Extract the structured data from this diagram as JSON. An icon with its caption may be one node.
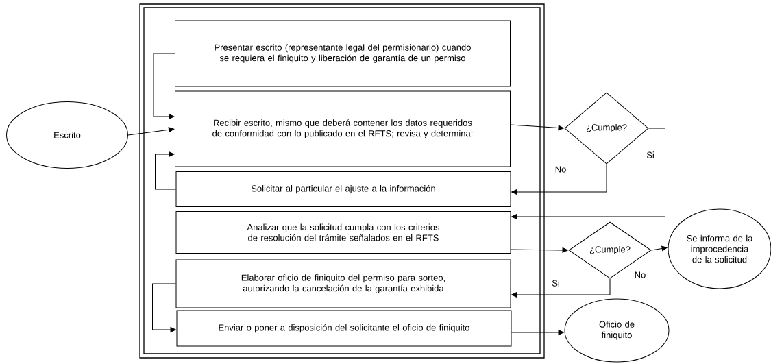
{
  "diagram": {
    "nodes": [
      {
        "text": [
          "Escrito"
        ]
      },
      {
        "text": [
          "Presentar escrito (representante legal del permisionario) cuando se requiera el finiquito y liberación de garantía de un permiso"
        ]
      },
      {
        "text": [
          "Recibir escrito, mismo que deberá contener los datos requeridos de conformidad con lo publicado en el RFTS; revisa y determina:"
        ]
      },
      {
        "text": [
          "Solicitar al particular el ajuste a la información"
        ]
      },
      {
        "text": [
          "Analizar que la solicitud cumpla con los criterios de resolución del trámite señalados en el RFTS"
        ]
      },
      {
        "text": [
          "Elaborar oficio de finiquito del permiso para sorteo, autorizando la cancelación de la garantía exhibida"
        ]
      },
      {
        "text": [
          "Enviar o poner a disposición del solicitante el oficio de finiquito"
        ]
      },
      {
        "text": [
          "¿Cumple?"
        ]
      },
      {
        "text": [
          "¿Cumple?"
        ]
      },
      {
        "text": [
          "Se informa de la improcedencia de la solicitud"
        ]
      },
      {
        "text": [
          "Oficio de finiquito"
        ]
      }
    ],
    "edges": [
      {
        "from": 0,
        "to": 2,
        "arrow": "to"
      },
      {
        "from": 1,
        "to": 2,
        "arrow": "to"
      },
      {
        "from": 3,
        "to": 2,
        "arrow": "to"
      },
      {
        "from": 2,
        "to": 7,
        "arrow": "to"
      },
      {
        "from": 7,
        "to": 3,
        "arrow": "to",
        "label": "No"
      },
      {
        "from": 7,
        "to": 4,
        "arrow": "to",
        "label": "Si"
      },
      {
        "from": 4,
        "to": 8,
        "arrow": "to"
      },
      {
        "from": 8,
        "to": 9,
        "arrow": "to",
        "label": "No"
      },
      {
        "from": 8,
        "to": 5,
        "arrow": "to",
        "label": "Si"
      },
      {
        "from": 5,
        "to": 6,
        "arrow": "to"
      },
      {
        "from": 6,
        "to": 10,
        "arrow": "to"
      }
    ]
  }
}
